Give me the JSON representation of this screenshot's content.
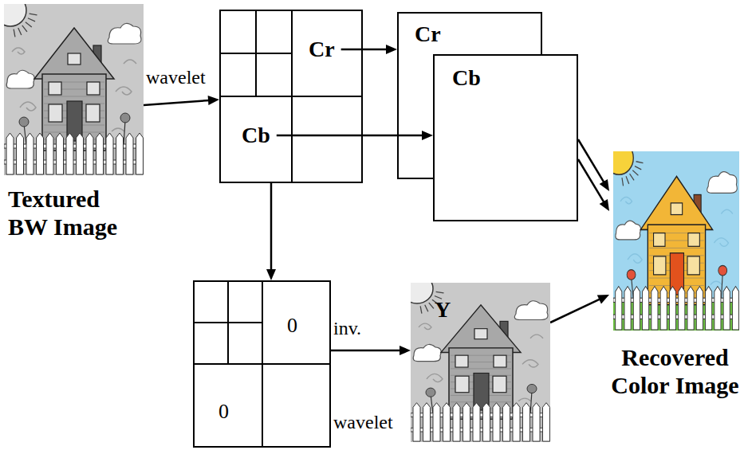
{
  "diagram": {
    "nodes": [
      {
        "text": [
          "Textured BW Image"
        ]
      },
      {
        "text": [
          "Cr",
          "Cb"
        ]
      },
      {
        "text": [
          "Cr"
        ]
      },
      {
        "text": [
          "Cb"
        ]
      },
      {
        "text": [
          "0",
          "0"
        ]
      },
      {
        "text": [
          "Y"
        ]
      },
      {
        "text": [
          "Recovered Color Image"
        ]
      }
    ],
    "edges": [
      {
        "from": 0,
        "to": 1,
        "label": "wavelet",
        "arrow": "to"
      },
      {
        "from": 1,
        "to": 2,
        "arrow": "to"
      },
      {
        "from": 1,
        "to": 3,
        "arrow": "to"
      },
      {
        "from": 1,
        "to": 4,
        "arrow": "to"
      },
      {
        "from": 4,
        "to": 5,
        "label": "inv. wavelet",
        "arrow": "to"
      },
      {
        "from": 3,
        "to": 6,
        "arrow": "to"
      },
      {
        "from": 3,
        "to": 6,
        "arrow": "to"
      },
      {
        "from": 5,
        "to": 6,
        "arrow": "to"
      }
    ]
  }
}
